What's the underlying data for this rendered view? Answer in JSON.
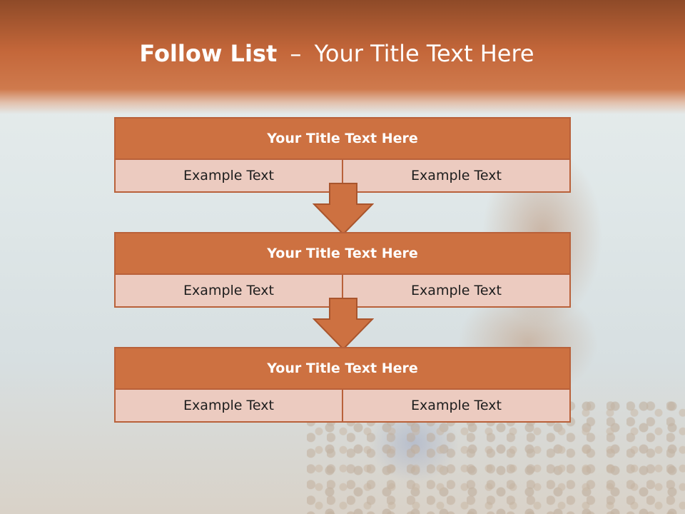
{
  "slide": {
    "title_bold": "Follow List",
    "title_sep": "–",
    "title_rest": "Your Title Text Here"
  },
  "blocks": [
    {
      "title": "Your Title Text Here",
      "left": "Example Text",
      "right": "Example Text"
    },
    {
      "title": "Your Title Text Here",
      "left": "Example Text",
      "right": "Example Text"
    },
    {
      "title": "Your Title Text Here",
      "left": "Example Text",
      "right": "Example Text"
    }
  ],
  "colors": {
    "header": "#c4673a",
    "block_title": "#cd7141",
    "block_cell": "#eccbc0",
    "arrow": "#cd7141"
  }
}
